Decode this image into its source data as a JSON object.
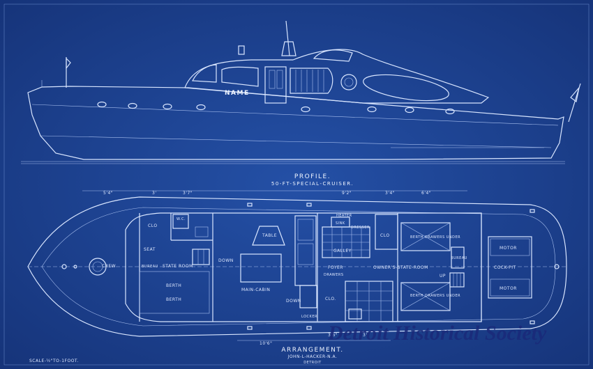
{
  "drawing": {
    "name_plate": "NAME",
    "profile_title": "PROFILE.",
    "profile_subtitle": "50-FT-SPECIAL-CRUISER.",
    "arrangement_title": "ARRANGEMENT.",
    "designer": "JOHN-L-HACKER-N.A.",
    "city": "DETROIT",
    "scale": "SCALE-½\"TO-1FOOT.",
    "watermark": "Detroit Historical Society"
  },
  "rooms": {
    "clo_fwd": "CLO",
    "wc_fwd": "W.C.",
    "crew": "CREW",
    "seat": "SEAT",
    "bureau": "BUREAU",
    "state_room": "STATE ROOM",
    "berth": "BERTH",
    "down_fwd": "DOWN",
    "table": "TABLE",
    "main_cabin": "MAIN-CABIN",
    "down_aft": "DOWN",
    "locker": "LOCKER",
    "clo_mid": "CLO.",
    "heater": "HEATER",
    "sink": "SINK",
    "dresser": "DRESSER",
    "galley": "GALLEY",
    "clo_aft": "CLO",
    "foyer": "FOYER",
    "drawers": "DRAWERS",
    "owners_state_room": "OWNER'S-STATE-ROOM",
    "berth_drawers_1": "BERTH DRAWERS UNDER",
    "berth_drawers_2": "BERTH DRAWERS UNDER",
    "bureau_aft": "BUREAU",
    "up": "UP",
    "motor_1": "MOTOR",
    "cock_pit": "COCK-PIT",
    "motor_2": "MOTOR"
  },
  "dimensions": [
    "5'4\"",
    "3'",
    "3'7\"",
    "9'2\"",
    "3'4\"",
    "6'4\"",
    "10'6\"",
    "3'6\"",
    "3'"
  ]
}
